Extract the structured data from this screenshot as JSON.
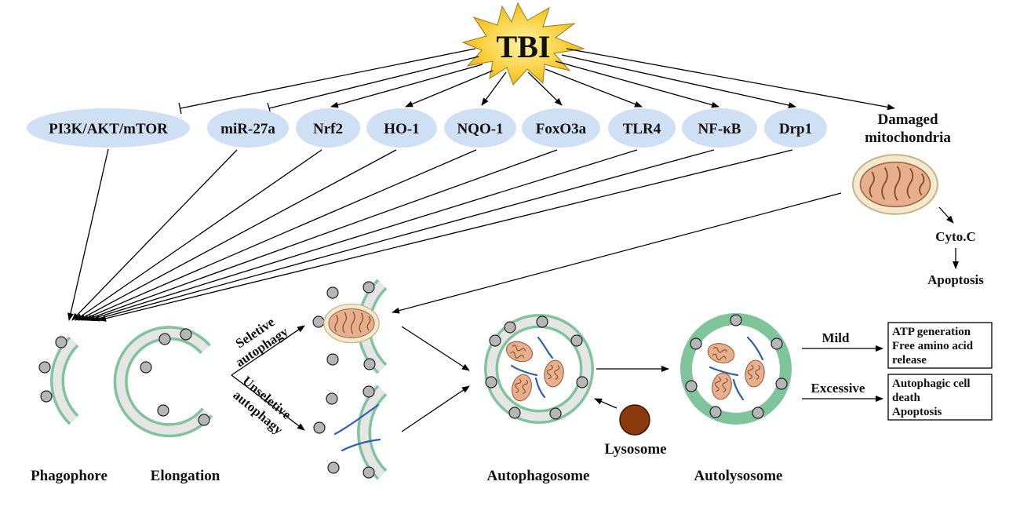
{
  "center": {
    "label": "TBI"
  },
  "mediators": [
    "PI3K/AKT/mTOR",
    "miR-27a",
    "Nrf2",
    "HO-1",
    "NQO-1",
    "FoxO3a",
    "TLR4",
    "NF-κB",
    "Drp1"
  ],
  "damaged_mitochondria": {
    "line1": "Damaged",
    "line2": "mitochondria"
  },
  "cyto_c": "Cyto.C",
  "apoptosis_top": "Apoptosis",
  "stages": {
    "phagophore": "Phagophore",
    "elongation": "Elongation",
    "autophagosome": "Autophagosome",
    "autolysosome": "Autolysosome",
    "lysosome": "Lysosome"
  },
  "branches": {
    "selective_line1": "Seletive",
    "selective_line2": "autophagy",
    "unselective_line1": "Unseletive",
    "unselective_line2": "autophagy"
  },
  "outcomes": {
    "mild_label": "Mild",
    "excessive_label": "Excessive",
    "mild_lines": [
      "ATP generation",
      "Free amino acid",
      "release"
    ],
    "excessive_lines": [
      "Autophagic cell",
      "death",
      "Apoptosis"
    ]
  },
  "colors": {
    "oval_fill": "#cfe0f5",
    "membrane_green": "#7fc49a",
    "mitochondria_fill": "#e6b08f",
    "lysosome_fill": "#8a3a0c",
    "starburst_fill": "#f5c233"
  }
}
